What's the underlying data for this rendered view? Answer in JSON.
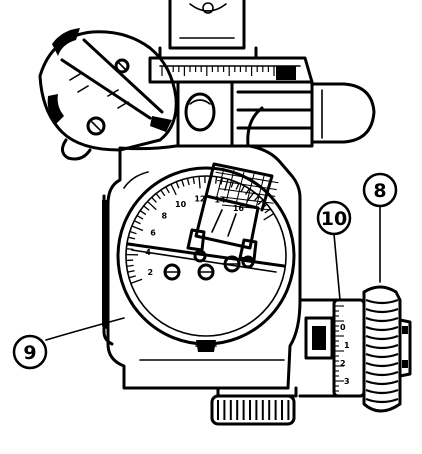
{
  "callouts": [
    {
      "id": "callout-8",
      "label": "8"
    },
    {
      "id": "callout-9",
      "label": "9"
    },
    {
      "id": "callout-10",
      "label": "10"
    }
  ],
  "dial_scale": {
    "labels": [
      "2",
      "4",
      "6",
      "8",
      "10",
      "12",
      "14",
      "16"
    ]
  },
  "colors": {
    "ink": "#000000",
    "paper": "#ffffff"
  }
}
